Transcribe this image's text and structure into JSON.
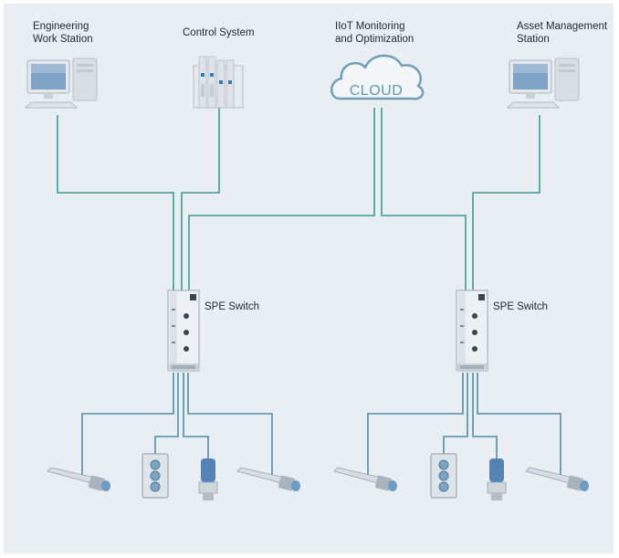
{
  "nodes": {
    "engineering_workstation": {
      "line1": "Engineering",
      "line2": "Work Station"
    },
    "control_system": {
      "label": "Control System"
    },
    "iiot": {
      "line1": "IIoT Monitoring",
      "line2": "and Optimization"
    },
    "cloud_text": "CLOUD",
    "asset_management": {
      "line1": "Asset Management",
      "line2": "Station"
    },
    "switch_left": {
      "label": "SPE Switch"
    },
    "switch_right": {
      "label": "SPE Switch"
    }
  },
  "colors": {
    "link": "#3a9c94",
    "field_link": "#4f8fa6",
    "background": "#e9eef2"
  }
}
